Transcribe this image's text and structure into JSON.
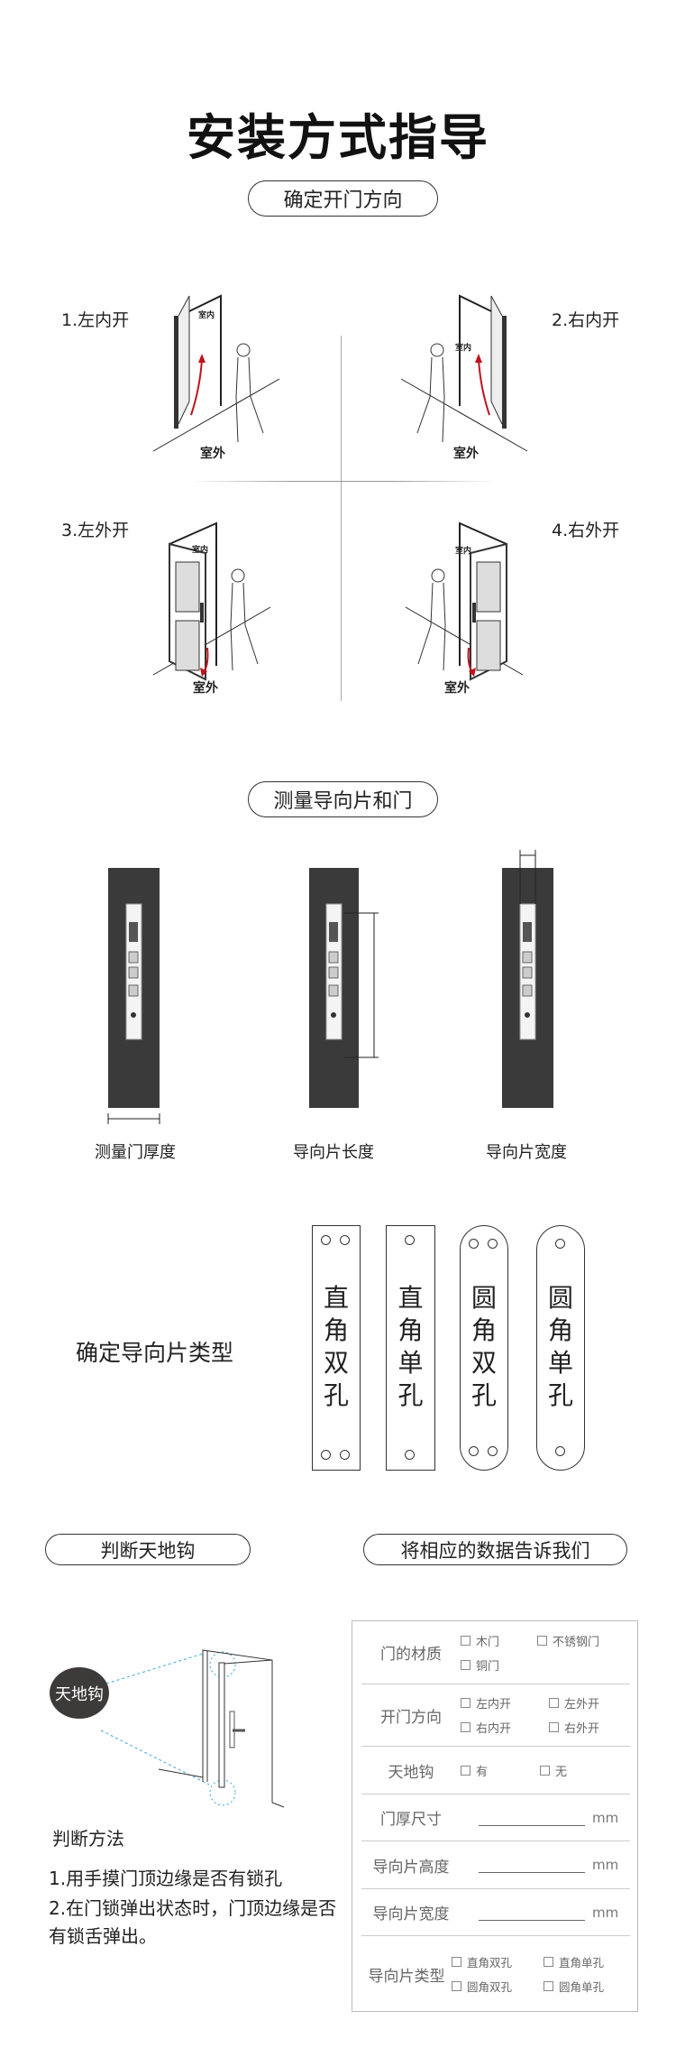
{
  "title": "安装方式指导",
  "section1": {
    "pill": "确定开门方向",
    "doors": [
      {
        "label": "1.左内开",
        "inside": "室内",
        "outside": "室外"
      },
      {
        "label": "2.右内开",
        "inside": "室内",
        "outside": "室外"
      },
      {
        "label": "3.左外开",
        "inside": "室内",
        "outside": "室外"
      },
      {
        "label": "4.右外开",
        "inside": "室内",
        "outside": "室外"
      }
    ]
  },
  "section2": {
    "pill": "测量导向片和门",
    "captions": [
      "测量门厚度",
      "导向片长度",
      "导向片宽度"
    ]
  },
  "section3": {
    "heading": "确定导向片类型",
    "plates": [
      "直角双孔",
      "直角单孔",
      "圆角双孔",
      "圆角单孔"
    ]
  },
  "section4": {
    "pill": "判断天地钩",
    "badge": "天地钩",
    "method_title": "判断方法",
    "methods": [
      "1.用手摸门顶边缘是否有锁孔",
      "2.在门锁弹出状态时，门顶边缘是否有锁舌弹出。"
    ]
  },
  "section5": {
    "pill": "将相应的数据告诉我们",
    "form": {
      "material": {
        "label": "门的材质",
        "options": [
          "木门",
          "不锈钢门",
          "铜门"
        ]
      },
      "direction": {
        "label": "开门方向",
        "options": [
          "左内开",
          "左外开",
          "右内开",
          "右外开"
        ]
      },
      "hook": {
        "label": "天地钩",
        "options": [
          "有",
          "无"
        ]
      },
      "thickness": {
        "label": "门厚尺寸",
        "unit": "mm"
      },
      "height": {
        "label": "导向片高度",
        "unit": "mm"
      },
      "width": {
        "label": "导向片宽度",
        "unit": "mm"
      },
      "type": {
        "label": "导向片类型",
        "options": [
          "直角双孔",
          "直角单孔",
          "圆角双孔",
          "圆角单孔"
        ]
      }
    }
  },
  "colors": {
    "arrow": "#c0121a",
    "dashed": "#3aa6dc",
    "panel": "#3a3a3a"
  }
}
